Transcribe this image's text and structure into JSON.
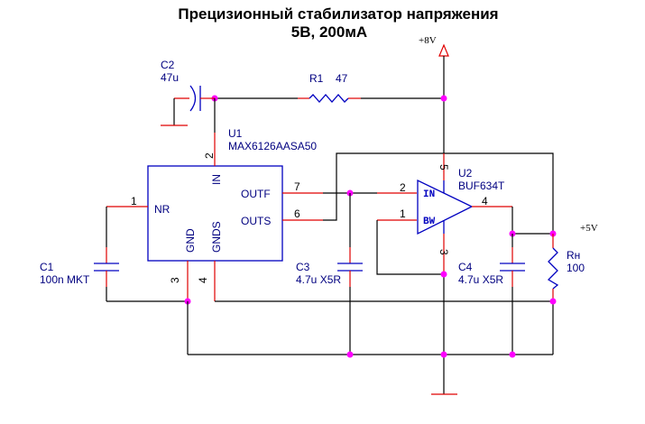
{
  "title": {
    "line1": "Прецизионный стабилизатор напряжения",
    "line2": "5В, 200мА"
  },
  "rails": {
    "vin": "+8V",
    "vout": "+5V"
  },
  "components": {
    "c1": {
      "ref": "C1",
      "value": "100n MKT"
    },
    "c2": {
      "ref": "C2",
      "value": "47u"
    },
    "c3": {
      "ref": "C3",
      "value": "4.7u X5R"
    },
    "c4": {
      "ref": "C4",
      "value": "4.7u X5R"
    },
    "r1": {
      "ref": "R1",
      "value": "47"
    },
    "rload": {
      "ref": "Rн",
      "value": "100"
    },
    "u1": {
      "ref": "U1",
      "part": "MAX6126AASA50",
      "pins": {
        "nr": "NR",
        "in": "IN",
        "outf": "OUTF",
        "outs": "OUTS",
        "gnd": "GND",
        "gnds": "GNDS"
      },
      "pin_numbers": {
        "nr": "1",
        "in": "2",
        "gnd": "3",
        "gnds": "4",
        "outs": "6",
        "outf": "7"
      }
    },
    "u2": {
      "ref": "U2",
      "part": "BUF634T",
      "pins": {
        "in": "IN",
        "bw": "BW"
      },
      "pin_numbers": {
        "bw": "1",
        "in": "2",
        "gnd": "3",
        "out": "4",
        "vplus": "5"
      }
    }
  },
  "colors": {
    "wire": "#000000",
    "pin_lead": "#e00000",
    "component_body": "#0000c0",
    "junction": "#ff00ff",
    "label": "#000080"
  }
}
